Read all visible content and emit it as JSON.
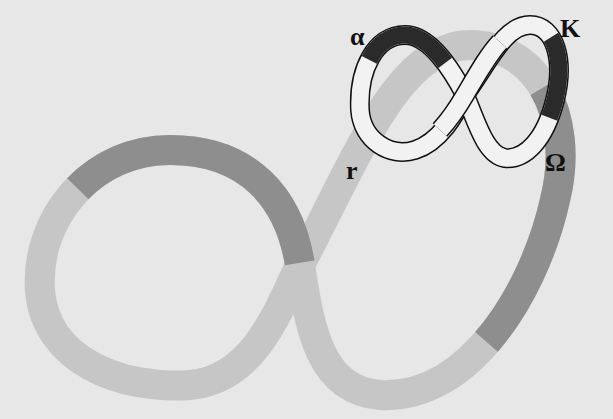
{
  "diagram": {
    "labels": [
      "α",
      "K",
      "r",
      "Ω"
    ]
  }
}
